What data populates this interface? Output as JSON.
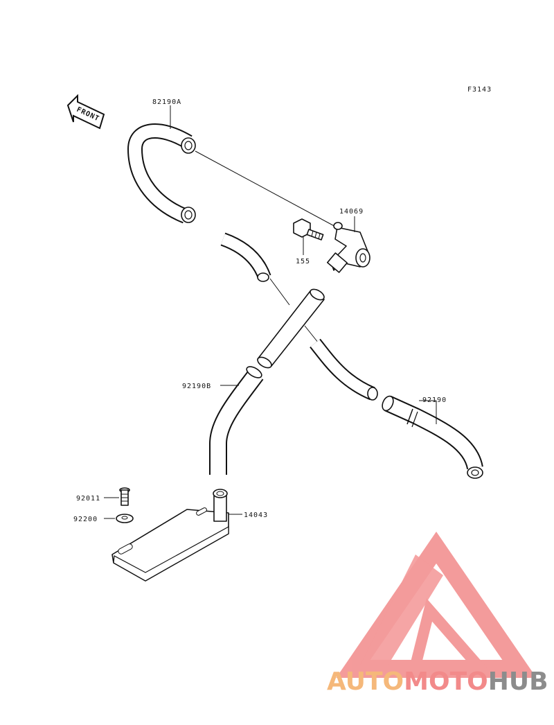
{
  "diagram": {
    "figure_code": "F3143",
    "direction_label": "FRONT",
    "parts": [
      {
        "id": "82190A",
        "label": "82190A"
      },
      {
        "id": "14069",
        "label": "14069"
      },
      {
        "id": "155",
        "label": "155"
      },
      {
        "id": "92190B",
        "label": "92190B"
      },
      {
        "id": "92190",
        "label": "92190"
      },
      {
        "id": "92011",
        "label": "92011"
      },
      {
        "id": "92200",
        "label": "92200"
      },
      {
        "id": "14043",
        "label": "14043"
      }
    ]
  },
  "watermark": {
    "text_auto": "AUTO",
    "text_moto": "MOTO",
    "text_hub": "HUB",
    "color_auto": "#f5b87a",
    "color_moto": "#f28a8a",
    "color_hub": "#8c8c8c",
    "logo_color": "#f28a8a"
  }
}
